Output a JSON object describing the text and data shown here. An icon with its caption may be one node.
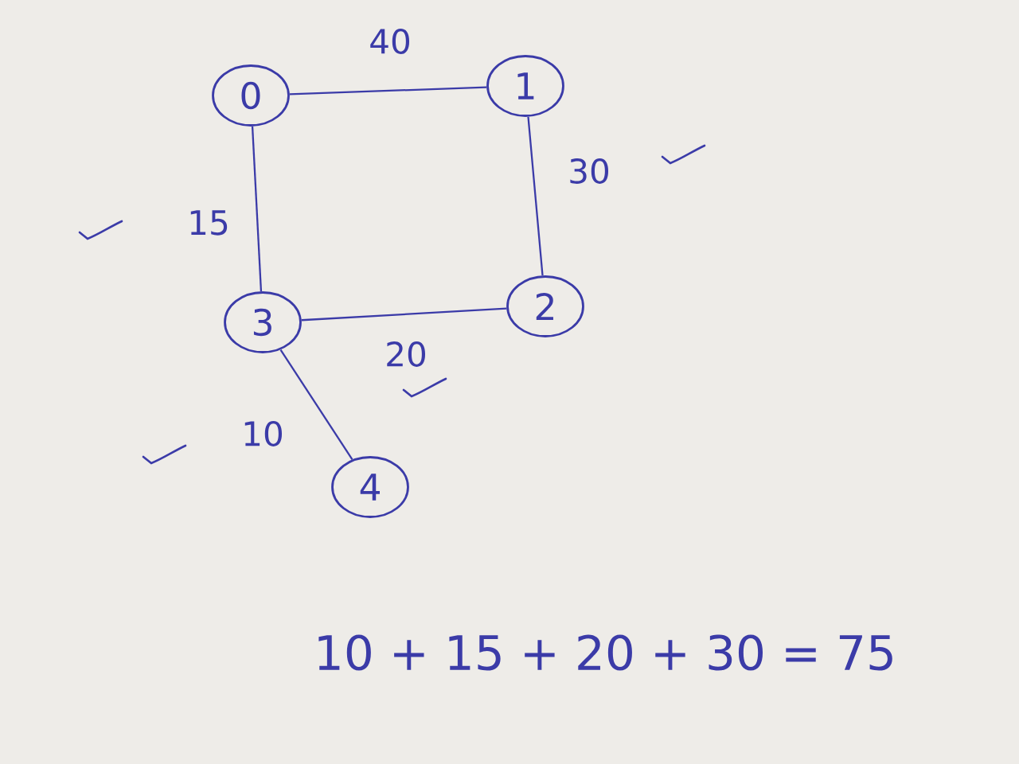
{
  "diagram": {
    "nodes": [
      {
        "text": [
          "0"
        ]
      },
      {
        "text": [
          "1"
        ]
      },
      {
        "text": [
          "2"
        ]
      },
      {
        "text": [
          "3"
        ]
      },
      {
        "text": [
          "4"
        ]
      }
    ],
    "edges": [
      {
        "from": 0,
        "to": 1,
        "arrow": "none",
        "label": "40"
      },
      {
        "from": 1,
        "to": 2,
        "arrow": "none",
        "label": "30"
      },
      {
        "from": 3,
        "to": 2,
        "arrow": "none",
        "label": "20"
      },
      {
        "from": 0,
        "to": 3,
        "arrow": "none",
        "label": "15"
      },
      {
        "from": 3,
        "to": 4,
        "arrow": "none",
        "label": "10"
      }
    ],
    "labels": [
      "10 + 15 + 20 + 30 = 75"
    ]
  }
}
